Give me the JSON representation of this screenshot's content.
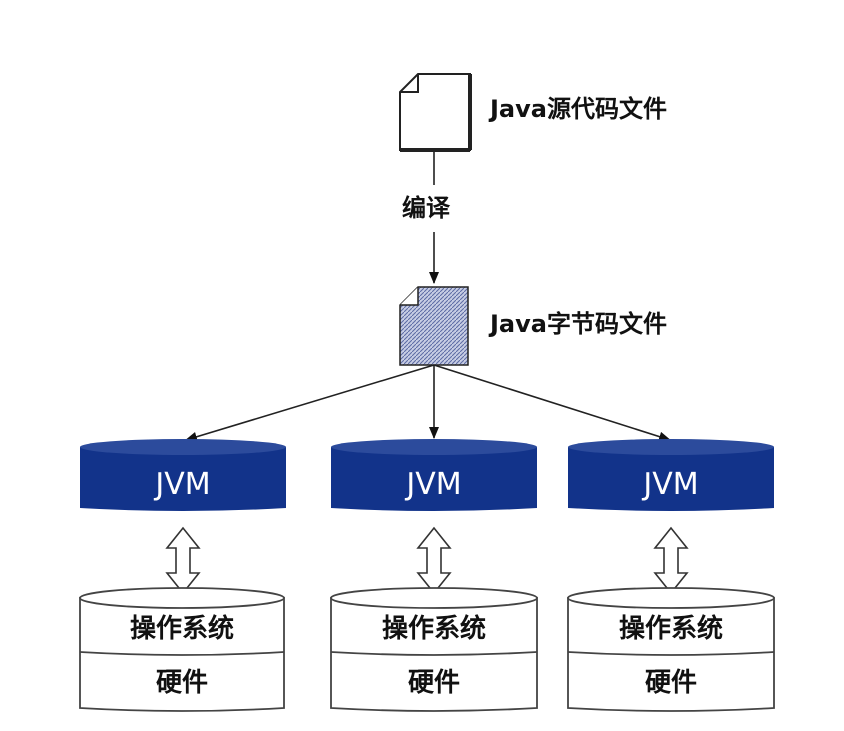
{
  "diagram": {
    "source_file_label": "Java源代码文件",
    "compile_label": "编译",
    "bytecode_file_label": "Java字节码文件",
    "colors": {
      "jvm_fill": "#12338a",
      "jvm_top": "#2c4b9c",
      "bytecode_fill": "#b5bddb",
      "line": "#222222"
    },
    "platforms": [
      {
        "jvm_label": "JVM",
        "os_label": "操作系统",
        "hardware_label": "硬件"
      },
      {
        "jvm_label": "JVM",
        "os_label": "操作系统",
        "hardware_label": "硬件"
      },
      {
        "jvm_label": "JVM",
        "os_label": "操作系统",
        "hardware_label": "硬件"
      }
    ]
  }
}
